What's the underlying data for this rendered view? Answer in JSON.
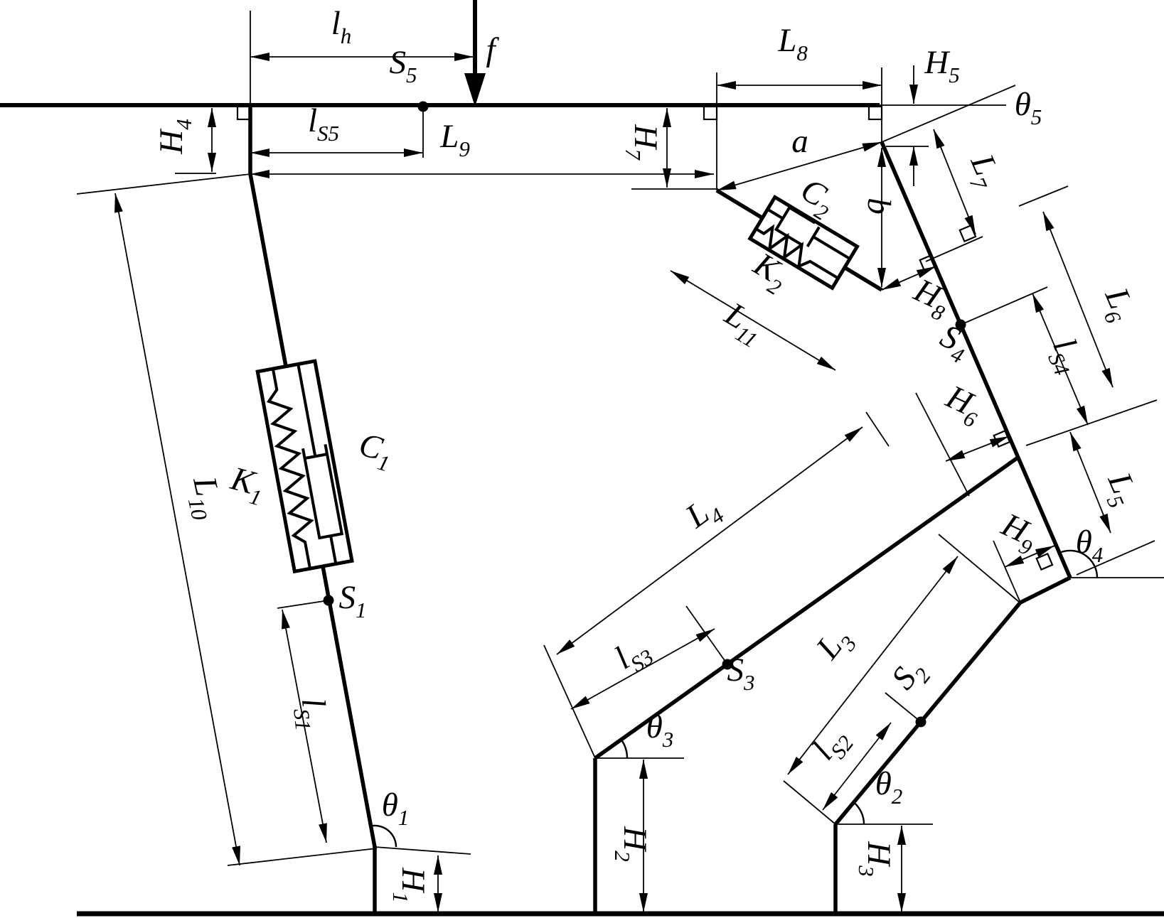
{
  "diagram": {
    "type": "mechanical-linkage-model",
    "colors": {
      "ink": "#000000",
      "background": "#ffffff"
    },
    "elements": {
      "springs": [
        "K1",
        "K2"
      ],
      "dampers": [
        "C1",
        "C2"
      ],
      "mass_centers": [
        "S1",
        "S2",
        "S3",
        "S4",
        "S5"
      ],
      "force": "f"
    }
  },
  "labels": {
    "lh": {
      "main": "l",
      "sub": "h"
    },
    "f": {
      "main": "f",
      "sub": ""
    },
    "S5": {
      "main": "S",
      "sub": "5"
    },
    "lS5": {
      "main": "l",
      "sub": "S5"
    },
    "H4": {
      "main": "H",
      "sub": "4"
    },
    "L9": {
      "main": "L",
      "sub": "9"
    },
    "L10": {
      "main": "L",
      "sub": "10"
    },
    "K1": {
      "main": "K",
      "sub": "1"
    },
    "C1": {
      "main": "C",
      "sub": "1"
    },
    "S1": {
      "main": "S",
      "sub": "1"
    },
    "lS1": {
      "main": "l",
      "sub": "S1"
    },
    "th1": {
      "main": "θ",
      "sub": "1"
    },
    "H1": {
      "main": "H",
      "sub": "1"
    },
    "L8": {
      "main": "L",
      "sub": "8"
    },
    "H5": {
      "main": "H",
      "sub": "5"
    },
    "th5": {
      "main": "θ",
      "sub": "5"
    },
    "H7": {
      "main": "H",
      "sub": "7"
    },
    "a": {
      "main": "a",
      "sub": ""
    },
    "b": {
      "main": "b",
      "sub": ""
    },
    "C2": {
      "main": "C",
      "sub": "2"
    },
    "K2": {
      "main": "K",
      "sub": "2"
    },
    "L11": {
      "main": "L",
      "sub": "11"
    },
    "H8": {
      "main": "H",
      "sub": "8"
    },
    "S4": {
      "main": "S",
      "sub": "4"
    },
    "L7": {
      "main": "L",
      "sub": "7"
    },
    "L6": {
      "main": "L",
      "sub": "6"
    },
    "lS4": {
      "main": "l",
      "sub": "S4"
    },
    "H6": {
      "main": "H",
      "sub": "6"
    },
    "L5": {
      "main": "L",
      "sub": "5"
    },
    "th4": {
      "main": "θ",
      "sub": "4"
    },
    "H9": {
      "main": "H",
      "sub": "9"
    },
    "L4": {
      "main": "L",
      "sub": "4"
    },
    "lS3": {
      "main": "l",
      "sub": "S3"
    },
    "S3": {
      "main": "S",
      "sub": "3"
    },
    "L3": {
      "main": "L",
      "sub": "3"
    },
    "lS2": {
      "main": "l",
      "sub": "S2"
    },
    "S2": {
      "main": "S",
      "sub": "2"
    },
    "th2": {
      "main": "θ",
      "sub": "2"
    },
    "H3": {
      "main": "H",
      "sub": "3"
    },
    "th3": {
      "main": "θ",
      "sub": "3"
    },
    "H2": {
      "main": "H",
      "sub": "2"
    }
  }
}
